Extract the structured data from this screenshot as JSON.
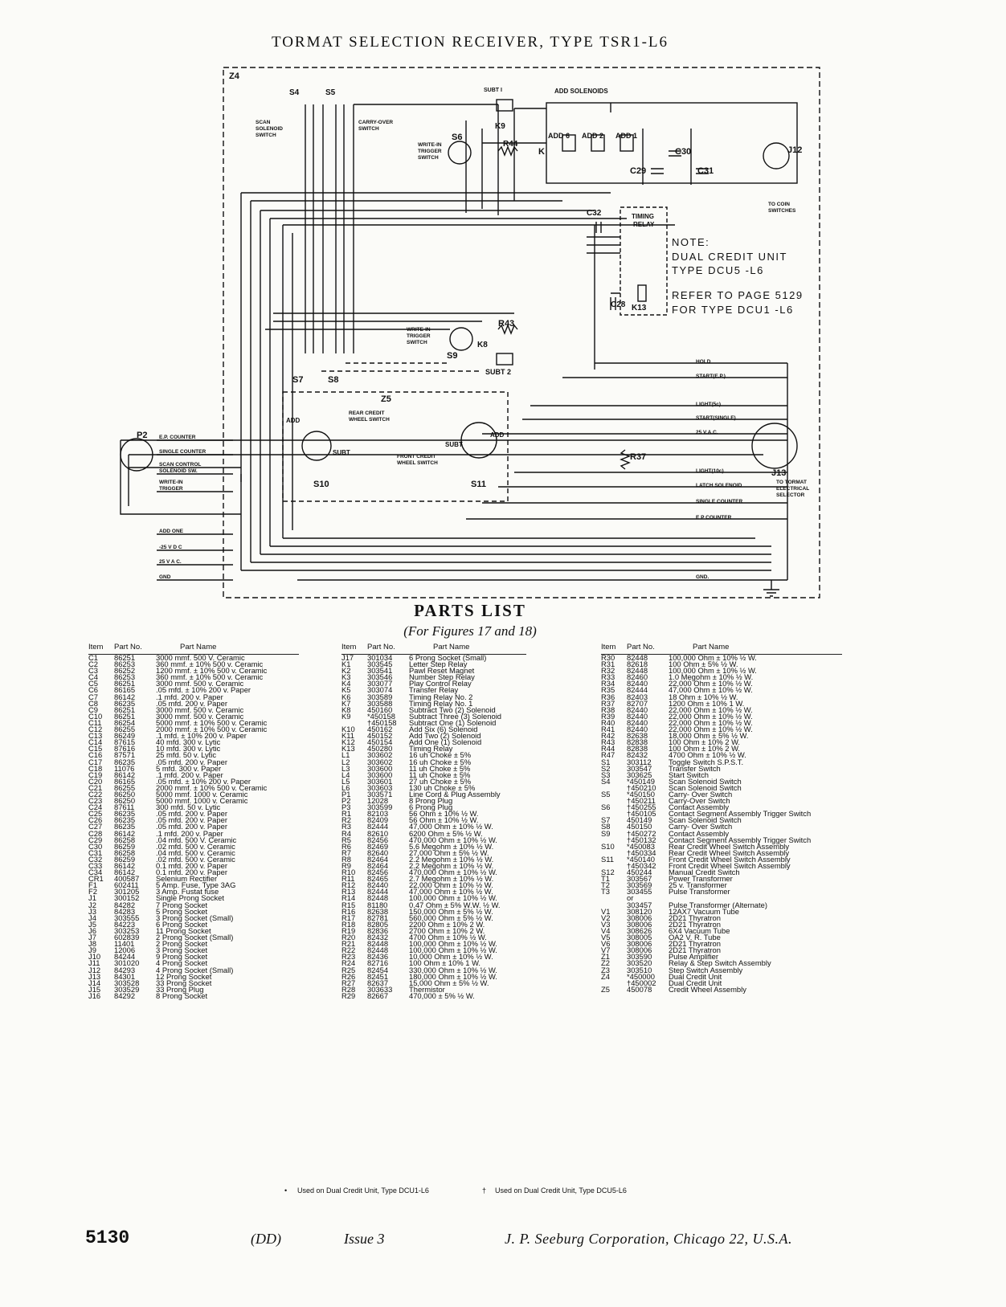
{
  "title": "TORMAT SELECTION RECEIVER, TYPE TSR1-L6",
  "schematic": {
    "box_labels": [
      "Z4",
      "Z5"
    ],
    "switch_labels": [
      "S4",
      "S5",
      "S6",
      "S7",
      "S8",
      "S9",
      "S10",
      "S11"
    ],
    "components": [
      "SUBT 1",
      "K9",
      "R44",
      "ADD SOLENOIDS",
      "ADD 6",
      "ADD 2",
      "ADD 1",
      "K",
      "C30",
      "C29",
      "C31",
      "J12",
      "C32",
      "TIMING RELAY",
      "K13",
      "C28",
      "R43",
      "K8",
      "SUBT 2",
      "R37",
      "P2",
      "J13",
      "ADD",
      "SUBT"
    ],
    "annotations": [
      "SCAN SOLENOID SWITCH",
      "CARRY-OVER SWITCH",
      "WRITE-IN TRIGGER SWITCH",
      "TO COIN SWITCHES",
      "REAR CREDIT WHEEL SWITCH",
      "FRONT CREDIT WHEEL SWITCH",
      "TO TORMAT ELECTRICAL SELECTOR"
    ],
    "note_lines": [
      "NOTE:",
      "DUAL CREDIT UNIT",
      "TYPE DCU5 -L6",
      "REFER TO PAGE 5129",
      "FOR TYPE DCU1 -L6"
    ],
    "left_wires": [
      "E.P. COUNTER",
      "SINGLE COUNTER",
      "SCAN CONTROL SOLENOID SW.",
      "WRITE-IN TRIGGER",
      "ADD ONE",
      "-25 V D C",
      "25 V A C.",
      "GND"
    ],
    "right_wires": [
      "HOLD",
      "START(E.P.)",
      "LIGHT(5c)",
      "START(SINGLE)",
      "25 V.A.C.",
      "LIGHT(10c)",
      "LATCH SOLENOID",
      "SINGLE COUNTER",
      "E P COUNTER",
      "GND."
    ]
  },
  "parts_title": "PARTS LIST",
  "parts_subtitle": "(For Figures 17 and 18)",
  "headers": {
    "item": "Item",
    "part_no": "Part No.",
    "part_name": "Part Name"
  },
  "col1": [
    [
      "C1",
      "86251",
      "3000 mmf. 500 V. Ceramic"
    ],
    [
      "C2",
      "86253",
      "360 mmf. ± 10% 500 v. Ceramic"
    ],
    [
      "C3",
      "86252",
      "1200 mmf. ± 10% 500 v. Ceramic"
    ],
    [
      "C4",
      "86253",
      "360 mmf. ± 10% 500 v. Ceramic"
    ],
    [
      "C5",
      "86251",
      "3000 mmf. 500 v. Ceramic"
    ],
    [
      "C6",
      "86165",
      ".05 mfd. ± 10% 200 v. Paper"
    ],
    [
      "C7",
      "86142",
      ".1 mfd. 200 v. Paper"
    ],
    [
      "C8",
      "86235",
      ".05 mfd. 200 v. Paper"
    ],
    [
      "C9",
      "86251",
      "3000 mmf. 500 v. Ceramic"
    ],
    [
      "C10",
      "86251",
      "3000 mmf. 500 v. Ceramic"
    ],
    [
      "C11",
      "86254",
      "5000 mmf. ± 10% 500 v. Ceramic"
    ],
    [
      "C12",
      "86255",
      "2000 mmf. ± 10% 500 v. Ceramic"
    ],
    [
      "C13",
      "86249",
      ".1 mfd. ± 10% 200 v. Paper"
    ],
    [
      "C14",
      "87615",
      "40 mfd. 300 v. Lytic"
    ],
    [
      "C15",
      "87616",
      "10 mfd. 300 v. Lytic"
    ],
    [
      "C16",
      "87571",
      "25 mfd. 50 v. Lytic"
    ],
    [
      "C17",
      "86235",
      ".05 mfd. 200 v. Paper"
    ],
    [
      "C18",
      "11076",
      "5 mfd. 300 v. Paper"
    ],
    [
      "C19",
      "86142",
      ".1 mfd. 200 v. Paper"
    ],
    [
      "C20",
      "86165",
      ".05 mfd. ± 10% 200 v. Paper"
    ],
    [
      "C21",
      "86255",
      "2000 mmf. ± 10% 500 v. Ceramic"
    ],
    [
      "C22",
      "86250",
      "5000 mmf. 1000 v. Ceramic"
    ],
    [
      "C23",
      "86250",
      "5000 mmf. 1000 v. Ceramic"
    ],
    [
      "C24",
      "87611",
      "300 mfd. 50 v. Lytic"
    ],
    [
      "C25",
      "86235",
      ".05 mfd. 200 v. Paper"
    ],
    [
      "C26",
      "86235",
      ".05 mfd. 200 v. Paper"
    ],
    [
      "C27",
      "86235",
      ".05 mfd. 200 v. Paper"
    ],
    [
      "C28",
      "86142",
      ".1 mfd. 200 v. Paper"
    ],
    [
      "C29",
      "86258",
      ".04 mfd. 500 V. Ceramic"
    ],
    [
      "C30",
      "86259",
      ".02 mfd. 500 v. Ceramic"
    ],
    [
      "C31",
      "86258",
      ".04 mfd. 500 v. Ceramic"
    ],
    [
      "C32",
      "86259",
      ".02 mfd. 500 v. Ceramic"
    ],
    [
      "C33",
      "86142",
      "0.1 mfd. 200 v. Paper"
    ],
    [
      "C34",
      "86142",
      "0.1 mfd. 200 v. Paper"
    ],
    [
      "CR1",
      "400587",
      "Selenium Rectifier"
    ],
    [
      "F1",
      "602411",
      "5 Amp. Fuse, Type 3AG"
    ],
    [
      "F2",
      "301205",
      "3 Amp. Fustat fuse"
    ],
    [
      "J1",
      "300152",
      "Single Prong Socket"
    ],
    [
      "J2",
      "84282",
      "7 Prong Socket"
    ],
    [
      "J3",
      "84283",
      "5 Prong Socket"
    ],
    [
      "J4",
      "303555",
      "3 Prong Socket (Small)"
    ],
    [
      "J5",
      "84223",
      "6 Prong Socket"
    ],
    [
      "J6",
      "303253",
      "11 Prong Socket"
    ],
    [
      "J7",
      "602839",
      "2 Prong Socket (Small)"
    ],
    [
      "J8",
      "11401",
      "2 Prong Socket"
    ],
    [
      "J9",
      "12006",
      "3 Prong Socket"
    ],
    [
      "J10",
      "84244",
      "9 Prong Socket"
    ],
    [
      "J11",
      "301020",
      "4 Prong Socket"
    ],
    [
      "J12",
      "84293",
      "4 Prong Socket (Small)"
    ],
    [
      "J13",
      "84301",
      "12 Prong Socket"
    ],
    [
      "J14",
      "303528",
      "33 Prong Socket"
    ],
    [
      "J15",
      "303529",
      "33 Prong Plug"
    ],
    [
      "J16",
      "84292",
      "8 Prong Socket"
    ]
  ],
  "col2": [
    [
      "J17",
      "301034",
      "6 Prong Socket (Small)"
    ],
    [
      "K1",
      "303545",
      "Letter Step Relay"
    ],
    [
      "K2",
      "303541",
      "Pawl Reset Magnet"
    ],
    [
      "K3",
      "303546",
      "Number Step Relay"
    ],
    [
      "K4",
      "303077",
      "Play Control Relay"
    ],
    [
      "K5",
      "303074",
      "Transfer Relay"
    ],
    [
      "K6",
      "303589",
      "Timing Relay No. 2"
    ],
    [
      "K7",
      "303588",
      "Timing Relay No. 1"
    ],
    [
      "K8",
      "450160",
      "Subtract Two (2) Solenoid"
    ],
    [
      "K9",
      "*450158",
      "Subtract Three (3) Solenoid"
    ],
    [
      "",
      "†450158",
      "Subtract One (1) Solenoid"
    ],
    [
      "K10",
      "450162",
      "Add Six (6) Solenoid"
    ],
    [
      "K11",
      "450152",
      "Add Two (2) Solenoid"
    ],
    [
      "K12",
      "450154",
      "Add One (1) Solenoid"
    ],
    [
      "K13",
      "450280",
      "Timing Relay"
    ],
    [
      "L1",
      "303602",
      "16 uh Choke ± 5%"
    ],
    [
      "L2",
      "303602",
      "16 uh Choke ± 5%"
    ],
    [
      "L3",
      "303600",
      "11 uh Choke ± 5%"
    ],
    [
      "L4",
      "303600",
      "11 uh Choke ± 5%"
    ],
    [
      "L5",
      "303601",
      "27 uh Choke ± 5%"
    ],
    [
      "L6",
      "303603",
      "130 uh Choke ± 5%"
    ],
    [
      "P1",
      "303571",
      "Line Cord & Plug Assembly"
    ],
    [
      "P2",
      "12028",
      "8 Prong Plug"
    ],
    [
      "P3",
      "303599",
      "6 Prong Plug"
    ],
    [
      "R1",
      "82103",
      "56 Ohm ± 10% ½ W."
    ],
    [
      "R2",
      "82409",
      "56 Ohm ± 10% ½ W."
    ],
    [
      "R3",
      "82444",
      "47,000 Ohm ± 10% ½ W."
    ],
    [
      "R4",
      "82610",
      "6200 Ohm ± 5% ½ W."
    ],
    [
      "R5",
      "82456",
      "470,000 Ohm ± 10% ½ W."
    ],
    [
      "R6",
      "82469",
      "5.6 Megohm ± 10% ½ W."
    ],
    [
      "R7",
      "82640",
      "27,000 Ohm ± 5% ½ W."
    ],
    [
      "R8",
      "82464",
      "2.2 Megohm ± 10% ½ W."
    ],
    [
      "R9",
      "82464",
      "2.2 Megohm ± 10% ½ W."
    ],
    [
      "R10",
      "82456",
      "470,000 Ohm ± 10% ½ W."
    ],
    [
      "R11",
      "82465",
      "2.7 Megohm ± 10% ½ W."
    ],
    [
      "R12",
      "82440",
      "22,000 Ohm ± 10% ½ W."
    ],
    [
      "R13",
      "82444",
      "47,000 Ohm ± 10% ½ W."
    ],
    [
      "R14",
      "82448",
      "100,000 Ohm ± 10% ½ W."
    ],
    [
      "R15",
      "81180",
      "0.47 Ohm ± 5% W.W. ½ W."
    ],
    [
      "R16",
      "82638",
      "150,000 Ohm ± 5% ½ W."
    ],
    [
      "R17",
      "82781",
      "560,000 Ohm ± 5% ½ W."
    ],
    [
      "R18",
      "82805",
      "2200 Ohm ± 10% 2 W."
    ],
    [
      "R19",
      "82836",
      "2700 Ohm ± 10% 2 W."
    ],
    [
      "R20",
      "82432",
      "4700 Ohm ± 10% ½ W."
    ],
    [
      "R21",
      "82448",
      "100,000 Ohm ± 10% ½ W."
    ],
    [
      "R22",
      "82448",
      "100,000 Ohm ± 10% ½ W."
    ],
    [
      "R23",
      "82436",
      "10,000 Ohm ± 10% ½ W."
    ],
    [
      "R24",
      "82716",
      "100 Ohm ± 10% 1 W."
    ],
    [
      "R25",
      "82454",
      "330,000 Ohm ± 10% ½ W."
    ],
    [
      "R26",
      "82451",
      "180,000 Ohm ± 10% ½ W."
    ],
    [
      "R27",
      "82637",
      "15,000 Ohm ± 5% ½ W."
    ],
    [
      "R28",
      "303633",
      "Thermistor"
    ],
    [
      "R29",
      "82667",
      "470,000 ± 5% ½ W."
    ]
  ],
  "col3": [
    [
      "R30",
      "82448",
      "100,000 Ohm ± 10% ½ W."
    ],
    [
      "R31",
      "82618",
      "100 Ohm ± 5% ½ W."
    ],
    [
      "R32",
      "82448",
      "100,000 Ohm ± 10% ½ W."
    ],
    [
      "R33",
      "82460",
      "1.0 Megohm ± 10% ½ W."
    ],
    [
      "R34",
      "82440",
      "22,000 Ohm ± 10% ½ W."
    ],
    [
      "R35",
      "82444",
      "47,000 Ohm ± 10% ½ W."
    ],
    [
      "R36",
      "82403",
      "18 Ohm ± 10% ½ W."
    ],
    [
      "R37",
      "82707",
      "1200 Ohm ± 10% 1 W."
    ],
    [
      "R38",
      "82440",
      "22,000 Ohm ± 10% ½ W."
    ],
    [
      "R39",
      "82440",
      "22,000 Ohm ± 10% ½ W."
    ],
    [
      "R40",
      "82440",
      "22,000 Ohm ± 10% ½ W."
    ],
    [
      "R41",
      "82440",
      "22,000 Ohm ± 10% ½ W."
    ],
    [
      "R42",
      "82638",
      "18,000 Ohm ± 5% ½ W."
    ],
    [
      "R43",
      "82838",
      "100 Ohm ± 10% 2 W."
    ],
    [
      "R44",
      "82838",
      "100 Ohm ± 10% 2 W."
    ],
    [
      "R47",
      "82432",
      "4700 Ohm ± 10% ½ W."
    ],
    [
      "S1",
      "303112",
      "Toggle Switch S.P.S.T."
    ],
    [
      "S2",
      "303547",
      "Transfer Switch"
    ],
    [
      "S3",
      "303625",
      "Start Switch"
    ],
    [
      "S4",
      "*450149",
      "Scan Solenoid Switch"
    ],
    [
      "",
      "†450210",
      "Scan Solenoid Switch"
    ],
    [
      "S5",
      "*450150",
      "Carry- Over Switch"
    ],
    [
      "",
      "†450211",
      "Carry-Over Switch"
    ],
    [
      "S6",
      "†450255",
      "Contact Assembly"
    ],
    [
      "",
      "†450105",
      "Contact Segment Assembly   Trigger Switch"
    ],
    [
      "S7",
      "450149",
      "Scan Solenoid Switch"
    ],
    [
      "S8",
      "450150",
      "Carry- Over Switch"
    ],
    [
      "S9",
      "†450272",
      "Contact Assembly"
    ],
    [
      "",
      "†450132",
      "Contact Segment Assembly   Trigger Switch"
    ],
    [
      "S10",
      "*450083",
      "Rear Credit Wheel Switch Assembly"
    ],
    [
      "",
      "†450334",
      "Rear Credit Wheel Switch Assembly"
    ],
    [
      "S11",
      "*450140",
      "Front Credit Wheel Switch Assembly"
    ],
    [
      "",
      "†450342",
      "Front Credit Wheel Switch Assembly"
    ],
    [
      "S12",
      "450244",
      "Manual Credit Switch"
    ],
    [
      "T1",
      "303567",
      "Power Transformer"
    ],
    [
      "T2",
      "303569",
      "25 v. Transformer"
    ],
    [
      "T3",
      "303455",
      "Pulse Transformer"
    ],
    [
      "",
      "or",
      ""
    ],
    [
      "",
      "303457",
      "Pulse Transformer (Alternate)"
    ],
    [
      "V1",
      "308120",
      "12AX7 Vacuum Tube"
    ],
    [
      "V2",
      "308006",
      "2D21 Thyratron"
    ],
    [
      "V3",
      "308006",
      "2D21 Thyratron"
    ],
    [
      "V4",
      "308626",
      "6X4 Vacuum Tube"
    ],
    [
      "V5",
      "308005",
      "OA2 V. R. Tube"
    ],
    [
      "V6",
      "308006",
      "2D21 Thyratron"
    ],
    [
      "V7",
      "308006",
      "2D21 Thyratron"
    ],
    [
      "Z1",
      "303590",
      "Pulse Amplifier"
    ],
    [
      "Z2",
      "303520",
      "Relay & Step Switch Assembly"
    ],
    [
      "Z3",
      "303510",
      "Step Switch Assembly"
    ],
    [
      "Z4",
      "*450000",
      "Dual Credit Unit"
    ],
    [
      "",
      "†450002",
      "Dual Credit Unit"
    ],
    [
      "Z5",
      "450078",
      "Credit Wheel Assembly"
    ]
  ],
  "footnotes": {
    "star": "Used on Dual Credit Unit, Type DCU1-L6",
    "dagger": "Used on Dual Credit Unit, Type DCU5-L6"
  },
  "footer": {
    "page": "5130",
    "code": "(DD)",
    "issue": "Issue 3",
    "company": "J. P. Seeburg Corporation, Chicago 22, U.S.A."
  }
}
